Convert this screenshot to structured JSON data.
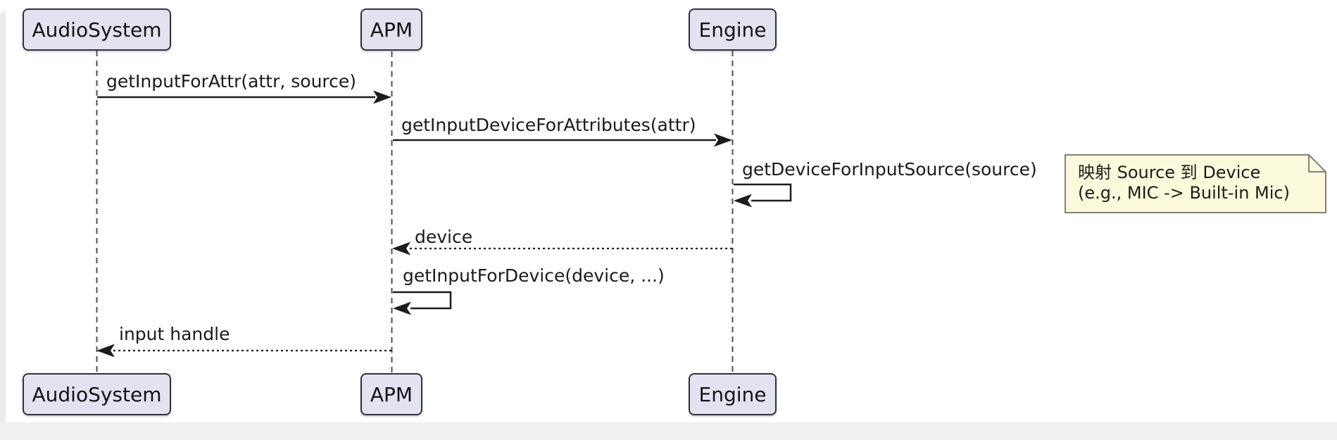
{
  "diagram_type": "uml-sequence",
  "participants": [
    {
      "id": "audiosystem",
      "name": "AudioSystem"
    },
    {
      "id": "apm",
      "name": "APM"
    },
    {
      "id": "engine",
      "name": "Engine"
    }
  ],
  "messages": [
    {
      "label": "getInputForAttr(attr, source)",
      "from": "AudioSystem",
      "to": "APM",
      "line": "solid"
    },
    {
      "label": "getInputDeviceForAttributes(attr)",
      "from": "APM",
      "to": "Engine",
      "line": "solid"
    },
    {
      "label": "getDeviceForInputSource(source)",
      "from": "Engine",
      "to": "Engine",
      "line": "self"
    },
    {
      "label": "device",
      "from": "Engine",
      "to": "APM",
      "line": "dotted"
    },
    {
      "label": "getInputForDevice(device, ...)",
      "from": "APM",
      "to": "APM",
      "line": "self"
    },
    {
      "label": "input handle",
      "from": "APM",
      "to": "AudioSystem",
      "line": "dotted"
    }
  ],
  "note": {
    "lines": [
      "映射 Source 到 Device",
      "(e.g., MIC -> Built-in Mic)"
    ]
  },
  "colors": {
    "participant_fill": "#E2E2F0",
    "participant_border": "#31313e",
    "note_fill": "#FBFBDB",
    "note_border": "#82827B",
    "line": "#1c1c1c",
    "lifeline": "#4f4f54",
    "background": "#ffffff",
    "page_edge": "#f0f0f3"
  }
}
